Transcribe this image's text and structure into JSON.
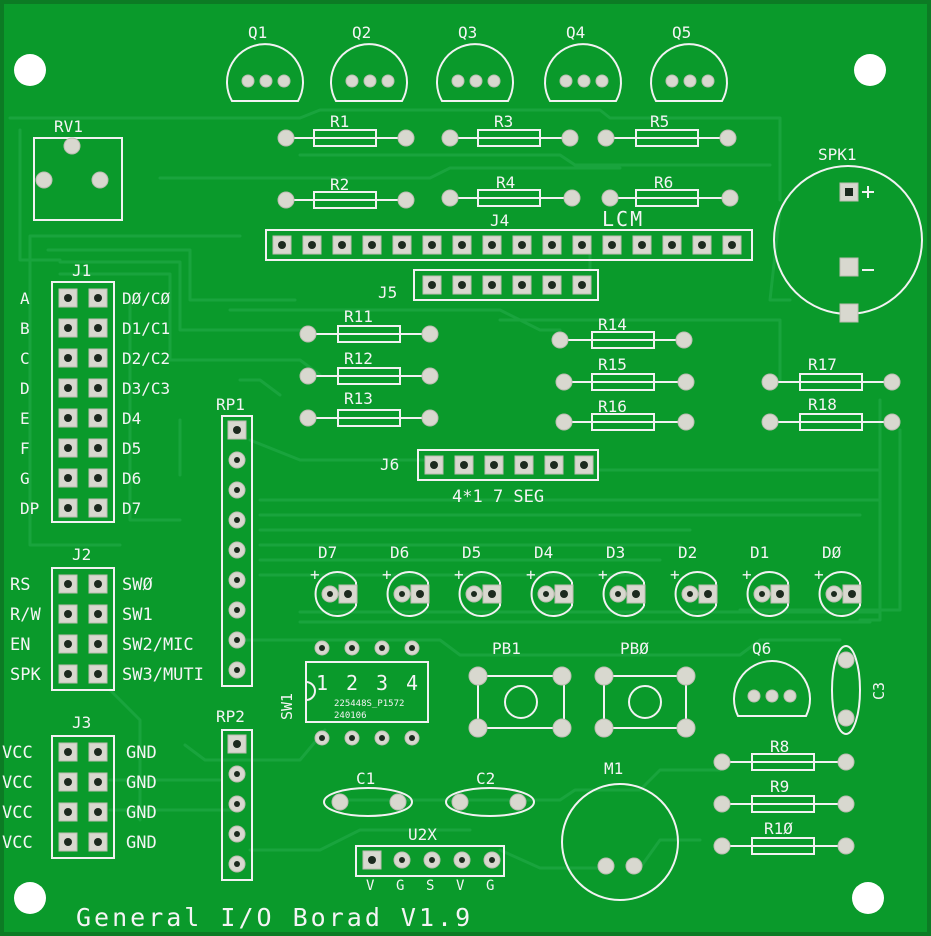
{
  "board": {
    "title": "General I/O Borad V1.9",
    "colors": {
      "soldermask": "#0a9a2b",
      "silkscreen": "#ffffff",
      "pad": "#d6d6cc",
      "trace": "#19a43d"
    }
  },
  "transistors": [
    "Q1",
    "Q2",
    "Q3",
    "Q4",
    "Q5",
    "Q6"
  ],
  "resistors": [
    "R1",
    "R2",
    "R3",
    "R4",
    "R5",
    "R6",
    "R8",
    "R9",
    "R10",
    "R11",
    "R12",
    "R13",
    "R14",
    "R15",
    "R16",
    "R17",
    "R18"
  ],
  "labels": {
    "rv1": "RV1",
    "spk1": "SPK1",
    "j4": "J4",
    "lcm": "LCM",
    "j5": "J5",
    "j6": "J6",
    "seg": "4*1 7 SEG",
    "j1": "J1",
    "j2": "J2",
    "j3": "J3",
    "rp1": "RP1",
    "rp2": "RP2",
    "sw1": "SW1",
    "sw1_part": "225448S_P1572",
    "sw1_date": "240106",
    "pb1": "PB1",
    "pb0": "PBØ",
    "m1": "M1",
    "c1": "C1",
    "c2": "C2",
    "c3": "C3",
    "u2x": "U2X"
  },
  "j1_left": [
    "A",
    "B",
    "C",
    "D",
    "E",
    "F",
    "G",
    "DP"
  ],
  "j1_right": [
    "DØ/CØ",
    "D1/C1",
    "D2/C2",
    "D3/C3",
    "D4",
    "D5",
    "D6",
    "D7"
  ],
  "j2_left": [
    "RS",
    "R/W",
    "EN",
    "SPK"
  ],
  "j2_right": [
    "SWØ",
    "SW1",
    "SW2/MIC",
    "SW3/MUTI"
  ],
  "j3_left": [
    "VCC",
    "VCC",
    "VCC",
    "VCC"
  ],
  "j3_right": [
    "GND",
    "GND",
    "GND",
    "GND"
  ],
  "leds": [
    "D7",
    "D6",
    "D5",
    "D4",
    "D3",
    "D2",
    "D1",
    "DØ"
  ],
  "plus": "+",
  "sw1_numbers": [
    "1",
    "2",
    "3",
    "4"
  ],
  "u2x_pins": [
    "V",
    "G",
    "S",
    "V",
    "G"
  ]
}
